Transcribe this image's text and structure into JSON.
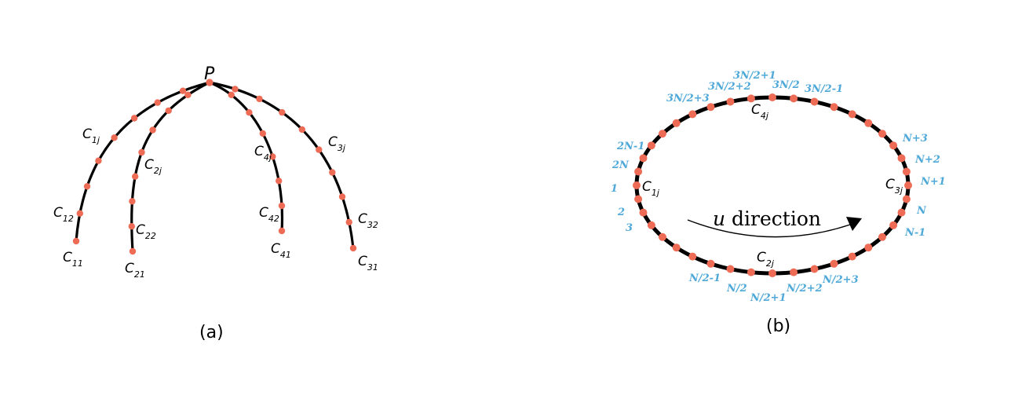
{
  "panel_a": {
    "apex_label": "P",
    "caption": "(a)",
    "curve_labels": {
      "c11": {
        "main": "C",
        "sub": "11"
      },
      "c12": {
        "main": "C",
        "sub": "12"
      },
      "c1j": {
        "main": "C",
        "sub": "1j"
      },
      "c21": {
        "main": "C",
        "sub": "21"
      },
      "c22": {
        "main": "C",
        "sub": "22"
      },
      "c2j": {
        "main": "C",
        "sub": "2j"
      },
      "c31": {
        "main": "C",
        "sub": "31"
      },
      "c32": {
        "main": "C",
        "sub": "32"
      },
      "c3j": {
        "main": "C",
        "sub": "3j"
      },
      "c41": {
        "main": "C",
        "sub": "41"
      },
      "c42": {
        "main": "C",
        "sub": "42"
      },
      "c4j": {
        "main": "C",
        "sub": "4j"
      }
    }
  },
  "panel_b": {
    "caption": "(b)",
    "direction_var": "u",
    "direction_word": " direction",
    "curve_labels": {
      "c1j": {
        "main": "C",
        "sub": "1j"
      },
      "c2j": {
        "main": "C",
        "sub": "2j"
      },
      "c3j": {
        "main": "C",
        "sub": "3j"
      },
      "c4j": {
        "main": "C",
        "sub": "4j"
      }
    },
    "index_labels": [
      "1",
      "2",
      "3",
      "N/2-1",
      "N/2",
      "N/2+1",
      "N/2+2",
      "N/2+3",
      "N-1",
      "N",
      "N+1",
      "N+2",
      "N+3",
      "3N/2-1",
      "3N/2",
      "3N/2+1",
      "3N/2+2",
      "3N/2+3",
      "2N-1",
      "2N"
    ]
  },
  "colors": {
    "curve": "#000000",
    "point": "#ee6b55",
    "index_label": "#4ea8d8"
  }
}
